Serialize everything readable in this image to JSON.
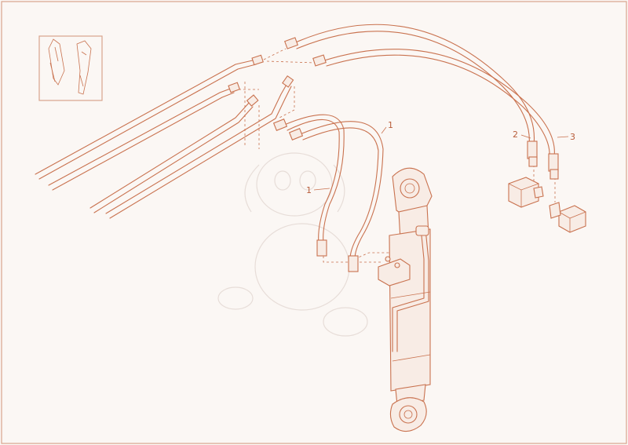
{
  "callouts": [
    {
      "id": "c1a",
      "label": "1"
    },
    {
      "id": "c1b",
      "label": "1"
    },
    {
      "id": "c2",
      "label": "2"
    },
    {
      "id": "c3",
      "label": "3"
    }
  ]
}
